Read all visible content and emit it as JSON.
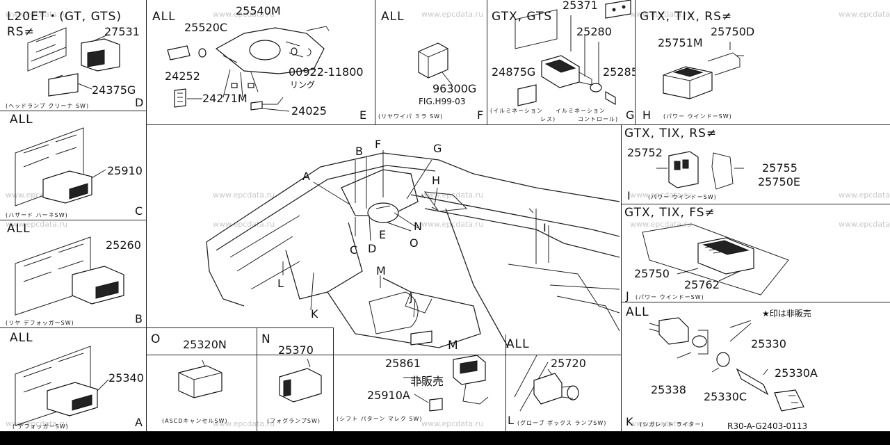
{
  "watermark": "www.epcdata.ru",
  "panels": {
    "D": {
      "heading_1": "L20ET・(GT, GTS)",
      "heading_2": "RS≠",
      "parts": [
        "27531",
        "24375G"
      ],
      "caption": "(ヘッドランプ クリーナ SW)",
      "letter": "D"
    },
    "E": {
      "heading": "ALL",
      "parts": [
        "25540M",
        "25520C",
        "24252",
        "24271M",
        "00922-11800",
        "24025"
      ],
      "note": "リング",
      "letter": "E"
    },
    "F": {
      "heading": "ALL",
      "parts": [
        "96300G"
      ],
      "ref": "FIG.H99-03",
      "caption": "(リヤワイパ ミラ SW)",
      "letter": "F"
    },
    "G": {
      "heading": "GTX, GTS",
      "parts": [
        "25371",
        "25280",
        "25285",
        "24875G"
      ],
      "caption_1": "(イルミネーション",
      "caption_1b": "レス)",
      "caption_2": "イルミネーション",
      "caption_2b": "コントロール)",
      "letter": "G"
    },
    "H": {
      "heading": "GTX, TIX, RS≠",
      "parts": [
        "25751M",
        "25750D"
      ],
      "caption": "(パワー ウインドーSW)",
      "letter": "H"
    },
    "C": {
      "heading": "ALL",
      "parts": [
        "25910"
      ],
      "caption": "(ハザード ハーネSW)",
      "letter": "C"
    },
    "I": {
      "heading": "GTX, TIX, RS≠",
      "parts": [
        "25752",
        "25755",
        "25750E"
      ],
      "caption": "(パワー ウインドーSW)",
      "letter": "I"
    },
    "B": {
      "heading": "ALL",
      "parts": [
        "25260"
      ],
      "caption": "(リヤ デフォッガーSW)",
      "letter": "B"
    },
    "J": {
      "heading": "GTX, TIX, FS≠",
      "parts": [
        "25750",
        "25762"
      ],
      "caption": "(パワー ウインドーSW)",
      "letter": "J"
    },
    "A": {
      "heading": "ALL",
      "parts": [
        "25340"
      ],
      "caption": "( デフォッガーSW)",
      "letter": "A"
    },
    "O": {
      "heading": "O",
      "parts": [
        "25320N"
      ],
      "caption": "(ASCDキャンセルSW)"
    },
    "N": {
      "heading": "N",
      "parts": [
        "25370"
      ],
      "caption": "(フォグランプSW)"
    },
    "M": {
      "heading": "M",
      "parts": [
        "25861",
        "25910A"
      ],
      "note": "非販売",
      "caption": "(シフト パターン マレク SW)"
    },
    "L": {
      "heading": "ALL",
      "parts": [
        "25720"
      ],
      "caption": "(グローブ ボックス ランプSW)",
      "letter": "L"
    },
    "K": {
      "heading": "ALL",
      "parts": [
        "25330",
        "25338",
        "25330C",
        "25330A"
      ],
      "note": "★印は非販売",
      "caption": "(シガレット ライター)",
      "letter": "K"
    }
  },
  "center": {
    "callouts": [
      "A",
      "B",
      "F",
      "G",
      "H",
      "C",
      "D",
      "E",
      "N",
      "O",
      "I",
      "L",
      "K",
      "M",
      "J"
    ]
  },
  "figure_code": "R30-A-G2403-0113"
}
